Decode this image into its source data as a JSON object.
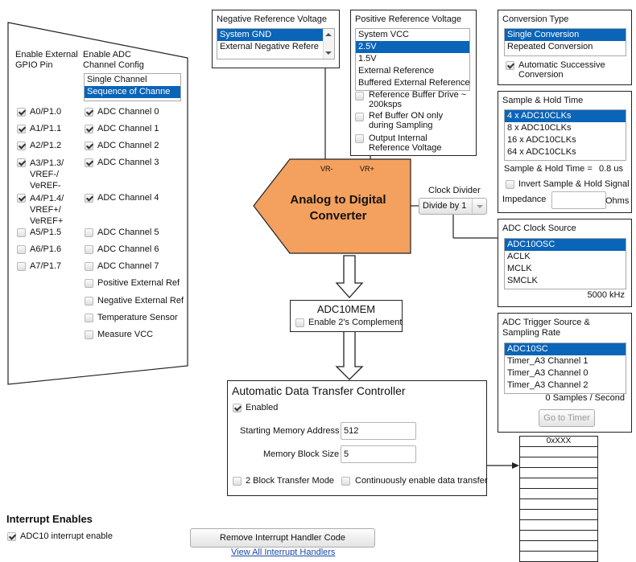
{
  "gpio": {
    "enable_gpio_title": "Enable External GPIO Pin",
    "enable_adc_title": "Enable ADC Channel Config",
    "config_options": [
      "Single Channel",
      "Sequence of Channe"
    ],
    "pins": [
      {
        "label": "A0/P1.0",
        "checked": true
      },
      {
        "label": "A1/P1.1",
        "checked": true
      },
      {
        "label": "A2/P1.2",
        "checked": true
      },
      {
        "label": "A3/P1.3/ VREF-/ VeREF-",
        "checked": true
      },
      {
        "label": "A4/P1.4/ VREF+/ VeREF+",
        "checked": true
      },
      {
        "label": "A5/P1.5",
        "checked": false
      },
      {
        "label": "A6/P1.6",
        "checked": false
      },
      {
        "label": "A7/P1.7",
        "checked": false
      }
    ],
    "channels": [
      {
        "label": "ADC Channel 0",
        "checked": true
      },
      {
        "label": "ADC Channel 1",
        "checked": true
      },
      {
        "label": "ADC Channel 2",
        "checked": true
      },
      {
        "label": "ADC Channel 3",
        "checked": true
      },
      {
        "label": "ADC Channel 4",
        "checked": true
      },
      {
        "label": "ADC Channel 5",
        "checked": false
      },
      {
        "label": "ADC Channel 6",
        "checked": false
      },
      {
        "label": "ADC Channel 7",
        "checked": false
      },
      {
        "label": "Positive External Ref",
        "checked": false
      },
      {
        "label": "Negative External Ref",
        "checked": false
      },
      {
        "label": "Temperature Sensor",
        "checked": false
      },
      {
        "label": "Measure VCC",
        "checked": false
      }
    ]
  },
  "neg_ref": {
    "title": "Negative Reference Voltage",
    "options": [
      "System GND",
      "External Negative Refere"
    ]
  },
  "pos_ref": {
    "title": "Positive Reference Voltage",
    "options": [
      "System VCC",
      "2.5V",
      "1.5V",
      "External Reference",
      "Buffered External Reference"
    ],
    "checks": [
      {
        "label": "Reference Buffer Drive ~ 200ksps",
        "checked": false
      },
      {
        "label": "Ref Buffer ON only during Sampling",
        "checked": false
      },
      {
        "label": "Output Internal Reference Voltage",
        "checked": false
      }
    ]
  },
  "conversion": {
    "title": "Conversion Type",
    "options": [
      "Single Conversion",
      "Repeated Conversion"
    ],
    "auto_label": "Automatic Successive Conversion"
  },
  "sample_hold": {
    "title": "Sample & Hold Time",
    "options": [
      "4 x ADC10CLKs",
      "8 x ADC10CLKs",
      "16 x ADC10CLKs",
      "64 x ADC10CLKs"
    ],
    "time_label": "Sample & Hold Time =",
    "time_value": "0.8 us",
    "invert_label": "Invert Sample & Hold Signal",
    "impedance_label": "Impedance",
    "impedance_unit": "Ohms"
  },
  "adc": {
    "title": "Analog to Digital Converter",
    "vr_minus": "VR-",
    "vr_plus": "VR+"
  },
  "clock_divider": {
    "label": "Clock Divider",
    "value": "Divide by 1"
  },
  "clock_source": {
    "title": "ADC Clock Source",
    "options": [
      "ADC10OSC",
      "ACLK",
      "MCLK",
      "SMCLK"
    ],
    "freq": "5000 kHz"
  },
  "trigger": {
    "title": "ADC Trigger Source & Sampling Rate",
    "options": [
      "ADC10SC",
      "Timer_A3 Channel 1",
      "Timer_A3 Channel 0",
      "Timer_A3 Channel 2"
    ],
    "rate": "0 Samples / Second",
    "goto_label": "Go to Timer"
  },
  "mem": {
    "title": "ADC10MEM",
    "complement_label": "Enable 2's Complement"
  },
  "dtc": {
    "title": "Automatic Data Transfer Controller",
    "enabled_label": "Enabled",
    "start_label": "Starting Memory Address",
    "start_value": "512",
    "block_label": "Memory Block Size",
    "block_value": "5",
    "two_block_label": "2 Block Transfer Mode",
    "continuous_label": "Continuously enable data transfer"
  },
  "memory_table": {
    "header": "0xXXX"
  },
  "interrupts": {
    "title": "Interrupt Enables",
    "adc10_label": "ADC10 interrupt enable",
    "remove_label": "Remove Interrupt Handler Code",
    "view_all_label": "View All Interrupt Handlers"
  }
}
